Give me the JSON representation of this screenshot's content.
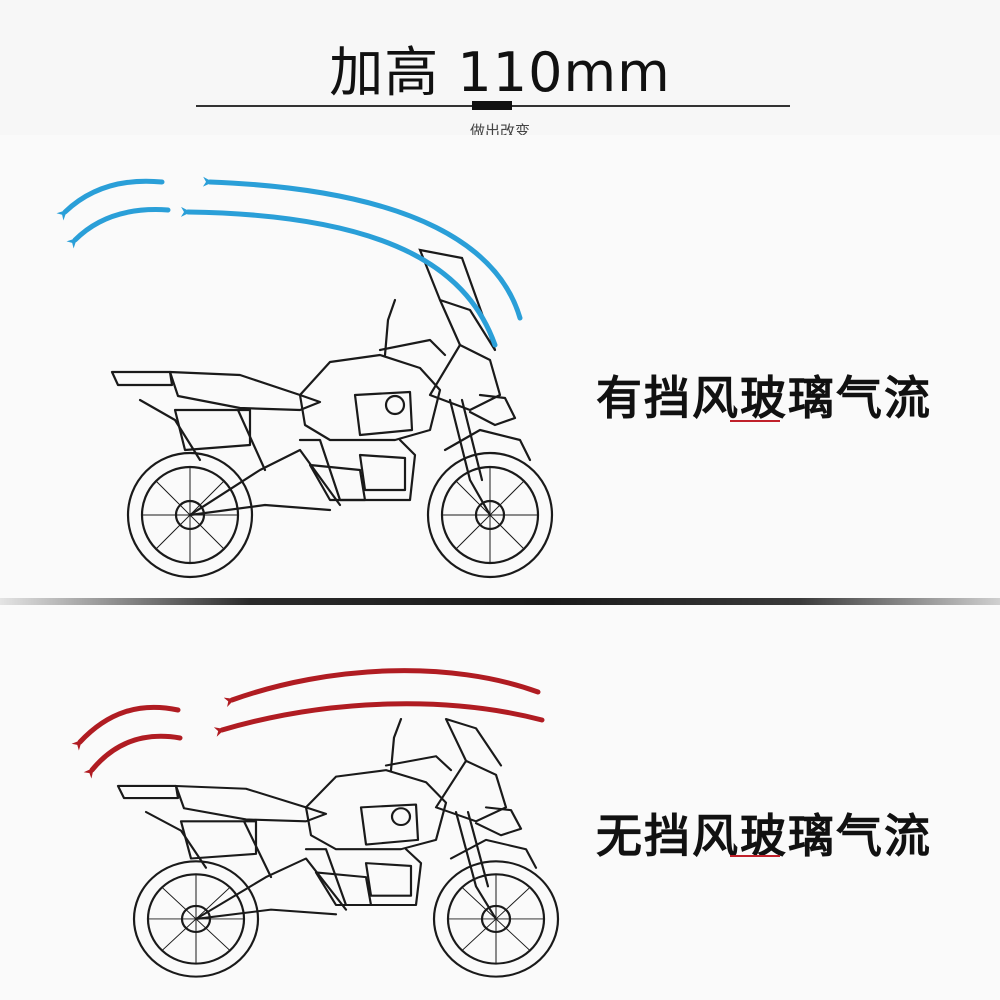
{
  "header": {
    "title": "加高 110mm",
    "subtitle": "做出改变"
  },
  "panels": {
    "top": {
      "label": "有挡风玻璃气流",
      "arrow_color": "#2a9fd8"
    },
    "bottom": {
      "label": "无挡风玻璃气流",
      "arrow_color": "#b01c22"
    }
  },
  "colors": {
    "accent_underline": "#c0202a",
    "line_art": "#1a1a1a"
  },
  "icons": {
    "motorcycle": "motorcycle-line-art-icon"
  }
}
